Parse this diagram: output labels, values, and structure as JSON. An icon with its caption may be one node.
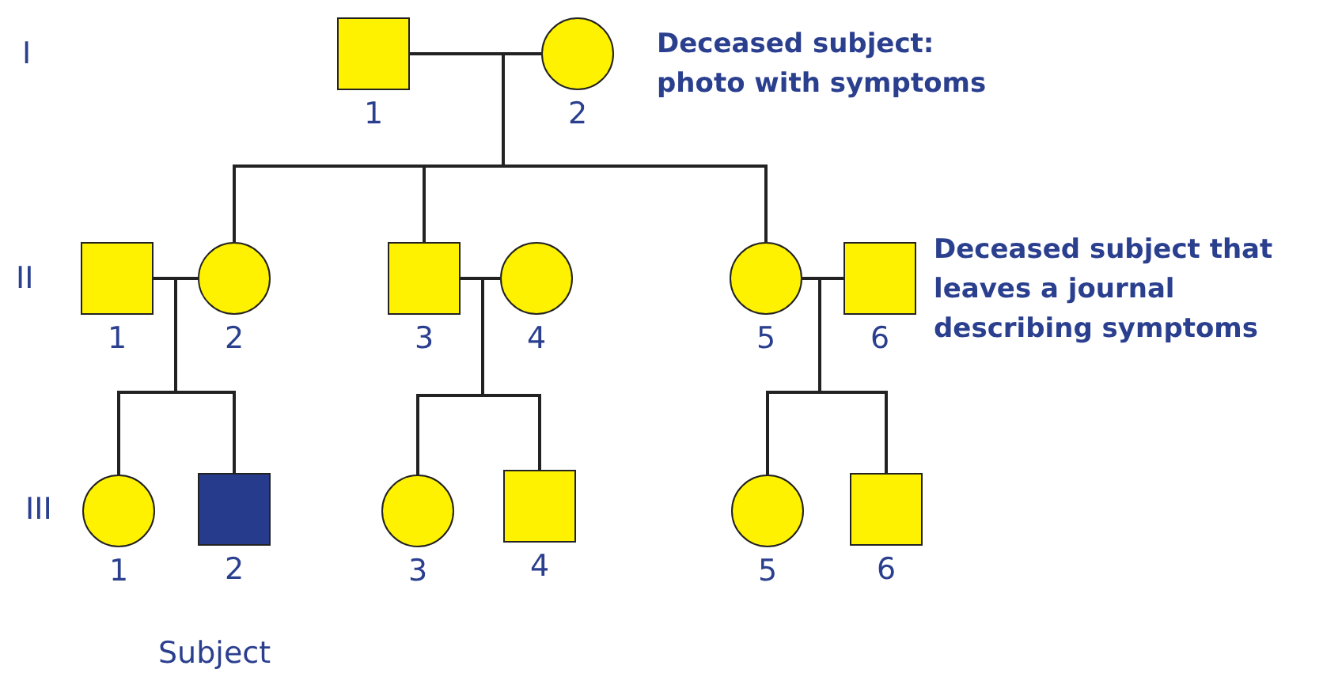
{
  "diagram": {
    "nodes": [
      {
        "text": [
          "1"
        ]
      },
      {
        "text": [
          "2"
        ],
        "beside": [
          "Deceased subject: photo with symptoms"
        ]
      },
      {
        "text": [
          "1"
        ]
      },
      {
        "text": [
          "2"
        ]
      },
      {
        "text": [
          "3"
        ]
      },
      {
        "text": [
          "4"
        ]
      },
      {
        "text": [
          "5"
        ]
      },
      {
        "text": [
          "6"
        ],
        "beside": [
          "Deceased subject that leaves a journal describing symptoms"
        ]
      },
      {
        "text": [
          "1"
        ]
      },
      {
        "text": [
          "2"
        ],
        "beside": [
          "Subject"
        ]
      },
      {
        "text": [
          "3"
        ]
      },
      {
        "text": [
          "4"
        ]
      },
      {
        "text": [
          "5"
        ]
      },
      {
        "text": [
          "6"
        ]
      }
    ],
    "edges": [
      {
        "from": 0,
        "to": 1,
        "arrow": "none"
      },
      {
        "from": 0,
        "to": 3,
        "arrow": "none"
      },
      {
        "from": 1,
        "to": 3,
        "arrow": "none"
      },
      {
        "from": 0,
        "to": 4,
        "arrow": "none"
      },
      {
        "from": 1,
        "to": 4,
        "arrow": "none"
      },
      {
        "from": 0,
        "to": 6,
        "arrow": "none"
      },
      {
        "from": 1,
        "to": 6,
        "arrow": "none"
      },
      {
        "from": 2,
        "to": 3,
        "arrow": "none"
      },
      {
        "from": 2,
        "to": 8,
        "arrow": "none"
      },
      {
        "from": 3,
        "to": 8,
        "arrow": "none"
      },
      {
        "from": 2,
        "to": 9,
        "arrow": "none"
      },
      {
        "from": 3,
        "to": 9,
        "arrow": "none"
      },
      {
        "from": 4,
        "to": 5,
        "arrow": "none"
      },
      {
        "from": 4,
        "to": 10,
        "arrow": "none"
      },
      {
        "from": 5,
        "to": 10,
        "arrow": "none"
      },
      {
        "from": 4,
        "to": 11,
        "arrow": "none"
      },
      {
        "from": 5,
        "to": 11,
        "arrow": "none"
      },
      {
        "from": 6,
        "to": 7,
        "arrow": "none"
      },
      {
        "from": 6,
        "to": 12,
        "arrow": "none"
      },
      {
        "from": 7,
        "to": 12,
        "arrow": "none"
      },
      {
        "from": 6,
        "to": 13,
        "arrow": "none"
      },
      {
        "from": 7,
        "to": 13,
        "arrow": "none"
      }
    ],
    "labels": [
      "I",
      "II",
      "III"
    ]
  }
}
